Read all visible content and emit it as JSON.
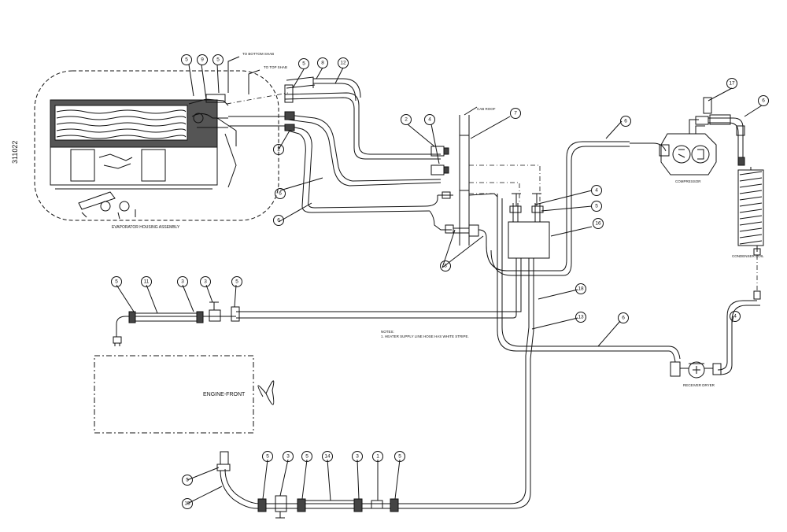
{
  "drawing": {
    "doc_number": "311022",
    "labels": {
      "to_bottom": "TO BOTTOM SHAB",
      "to_top": "TO TOP SHAB",
      "cab_roof": "CAB ROOF",
      "compressor": "COMPRESSOR",
      "condenser": "CONDENSER COIL",
      "evaporator": "EVAPORATOR HOUSING ASSEMBLY",
      "engine": "ENGINE-FRONT",
      "receiver": "RECEIVER DRYER",
      "notes_title": "NOTES:",
      "note1": "1.  HEATER SUPPLY LINE HOSE HAS WHITE STRIPE."
    },
    "callouts": {
      "c01": "5",
      "c02": "9",
      "c03": "5",
      "c04": "5",
      "c05": "8",
      "c06": "12",
      "c07": "2",
      "c08": "4",
      "c09": "7",
      "c10": "6",
      "c11": "17",
      "c12": "6",
      "c13": "2",
      "c14": "6",
      "c15": "6",
      "c16": "4",
      "c17": "5",
      "c18": "16",
      "c19": "3",
      "c20": "5",
      "c21": "11",
      "c22": "3",
      "c23": "3",
      "c24": "5",
      "c25": "18",
      "c26": "13",
      "c27": "6",
      "c28": "4",
      "c29": "5",
      "c30": "15",
      "c31": "5",
      "c32": "3",
      "c33": "5",
      "c34": "14",
      "c35": "3",
      "c36": "1",
      "c37": "5"
    }
  }
}
